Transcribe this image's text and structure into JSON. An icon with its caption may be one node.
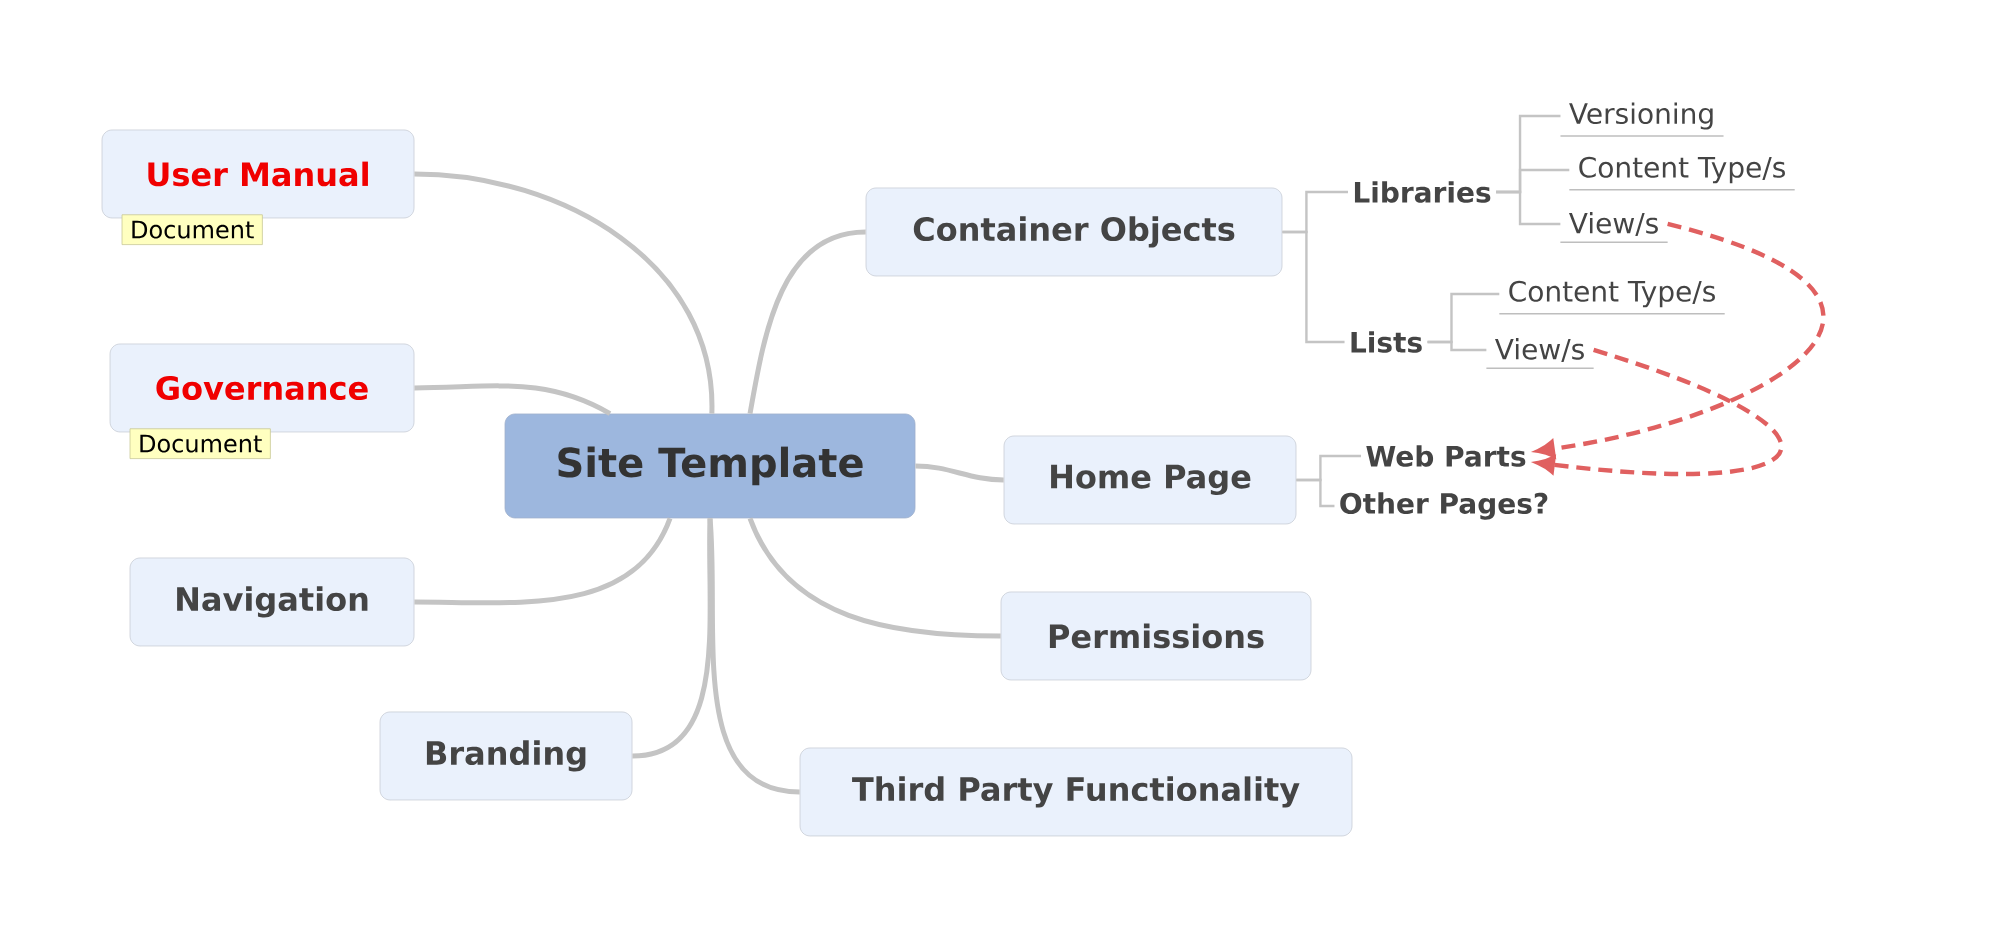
{
  "diagram": {
    "nodes": [
      {
        "text": [
          "Site Template"
        ]
      },
      {
        "text": [
          "User Manual"
        ],
        "beside": [
          "Document"
        ]
      },
      {
        "text": [
          "Governance"
        ],
        "beside": [
          "Document"
        ]
      },
      {
        "text": [
          "Navigation"
        ]
      },
      {
        "text": [
          "Branding"
        ]
      },
      {
        "text": [
          "Container Objects"
        ]
      },
      {
        "text": [
          "Home Page"
        ]
      },
      {
        "text": [
          "Permissions"
        ]
      },
      {
        "text": [
          "Third Party Functionality"
        ]
      },
      {
        "text": [
          "Libraries"
        ]
      },
      {
        "text": [
          "Lists"
        ]
      },
      {
        "text": [
          "Versioning"
        ]
      },
      {
        "text": [
          "Content Type/s"
        ]
      },
      {
        "text": [
          "View/s"
        ]
      },
      {
        "text": [
          "Content Type/s"
        ]
      },
      {
        "text": [
          "View/s"
        ]
      },
      {
        "text": [
          "Web Parts"
        ]
      },
      {
        "text": [
          "Other Pages?"
        ]
      }
    ],
    "edges": [
      {
        "from": 0,
        "to": 1,
        "arrow": "none"
      },
      {
        "from": 0,
        "to": 2,
        "arrow": "none"
      },
      {
        "from": 0,
        "to": 3,
        "arrow": "none"
      },
      {
        "from": 0,
        "to": 4,
        "arrow": "none"
      },
      {
        "from": 0,
        "to": 5,
        "arrow": "none"
      },
      {
        "from": 0,
        "to": 6,
        "arrow": "none"
      },
      {
        "from": 0,
        "to": 7,
        "arrow": "none"
      },
      {
        "from": 0,
        "to": 8,
        "arrow": "none"
      },
      {
        "from": 5,
        "to": 9,
        "arrow": "none"
      },
      {
        "from": 5,
        "to": 10,
        "arrow": "none"
      },
      {
        "from": 9,
        "to": 11,
        "arrow": "none"
      },
      {
        "from": 9,
        "to": 12,
        "arrow": "none"
      },
      {
        "from": 9,
        "to": 13,
        "arrow": "none"
      },
      {
        "from": 10,
        "to": 14,
        "arrow": "none"
      },
      {
        "from": 10,
        "to": 15,
        "arrow": "none"
      },
      {
        "from": 6,
        "to": 16,
        "arrow": "none"
      },
      {
        "from": 6,
        "to": 17,
        "arrow": "none"
      },
      {
        "from": 13,
        "to": 16,
        "arrow": "to",
        "style": "dashed",
        "color": "#e06060"
      },
      {
        "from": 15,
        "to": 16,
        "arrow": "to",
        "style": "dashed",
        "color": "#e06060"
      }
    ]
  }
}
